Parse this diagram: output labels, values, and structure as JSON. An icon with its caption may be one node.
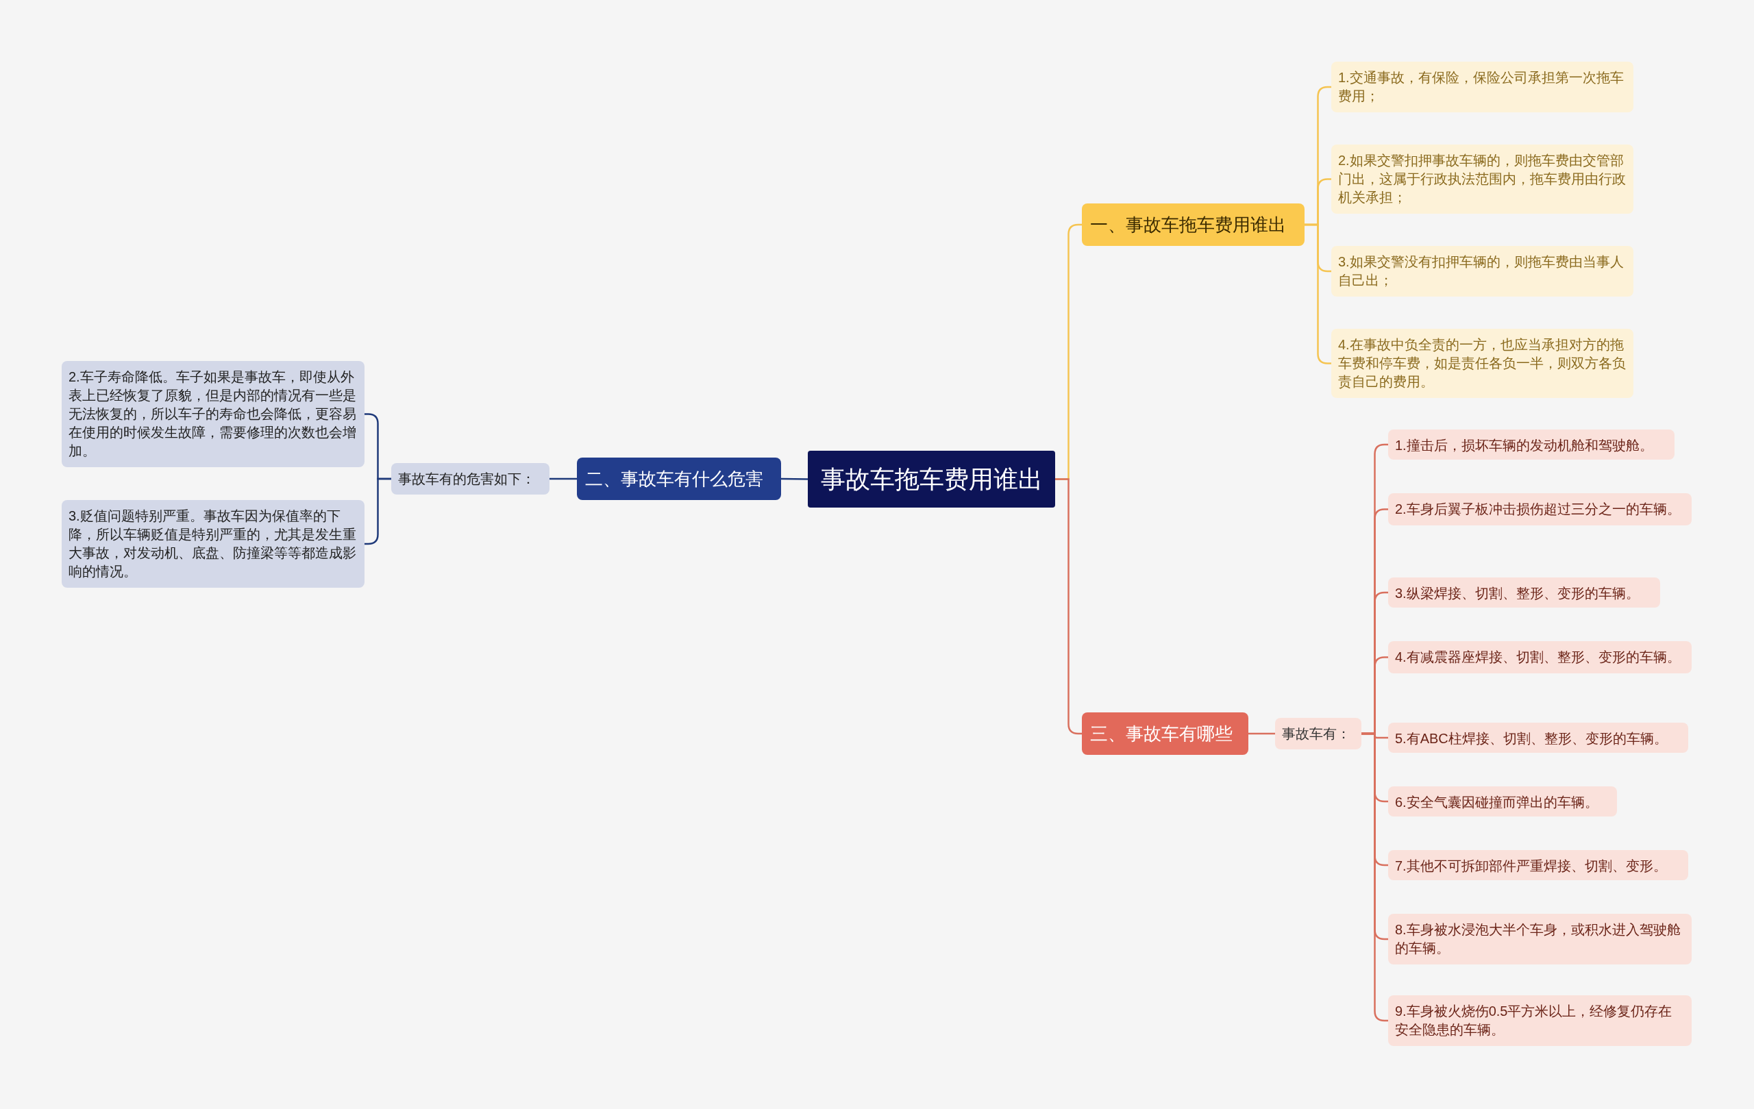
{
  "diagram": {
    "nodes": [
      {
        "text": [
          "事故车拖车费用谁出"
        ]
      },
      {
        "text": [
          "一、事故车拖车费用谁出"
        ]
      },
      {
        "text": [
          "1.交通事故，有保险，保险公司承担第一次拖车费用；"
        ]
      },
      {
        "text": [
          "2.如果交警扣押事故车辆的，则拖车费由交管部门出，这属于行政执法范围内，拖车费用由行政机关承担；"
        ]
      },
      {
        "text": [
          "3.如果交警没有扣押车辆的，则拖车费由当事人自己出；"
        ]
      },
      {
        "text": [
          "4.在事故中负全责的一方，也应当承担对方的拖车费和停车费，如是责任各负一半，则双方各负责自己的费用。"
        ]
      },
      {
        "text": [
          "二、事故车有什么危害"
        ]
      },
      {
        "text": [
          "事故车有的危害如下："
        ]
      },
      {
        "text": [
          "2.车子寿命降低。车子如果是事故车，即使从外表上已经恢复了原貌，但是内部的情况有一些是无法恢复的，所以车子的寿命也会降低，更容易在使用的时候发生故障，需要修理的次数也会增加。"
        ]
      },
      {
        "text": [
          "3.贬值问题特别严重。事故车因为保值率的下降，所以车辆贬值是特别严重的，尤其是发生重大事故，对发动机、底盘、防撞梁等等都造成影响的情况。"
        ]
      },
      {
        "text": [
          "三、事故车有哪些"
        ]
      },
      {
        "text": [
          "事故车有："
        ]
      },
      {
        "text": [
          "1.撞击后，损坏车辆的发动机舱和驾驶舱。"
        ]
      },
      {
        "text": [
          "2.车身后翼子板冲击损伤超过三分之一的车辆。"
        ]
      },
      {
        "text": [
          "3.纵梁焊接、切割、整形、变形的车辆。"
        ]
      },
      {
        "text": [
          "4.有减震器座焊接、切割、整形、变形的车辆。"
        ]
      },
      {
        "text": [
          "5.有ABC柱焊接、切割、整形、变形的车辆。"
        ]
      },
      {
        "text": [
          "6.安全气囊因碰撞而弹出的车辆。"
        ]
      },
      {
        "text": [
          "7.其他不可拆卸部件严重焊接、切割、变形。"
        ]
      },
      {
        "text": [
          "8.车身被水浸泡大半个车身，或积水进入驾驶舱的车辆。"
        ]
      },
      {
        "text": [
          "9.车身被火烧伤0.5平方米以上，经修复仍存在安全隐患的车辆。"
        ]
      }
    ],
    "edges": [
      {
        "from": 0,
        "to": 1,
        "arrow": "none",
        "color": "#f5c451"
      },
      {
        "from": 1,
        "to": 2,
        "arrow": "none",
        "color": "#f5c451"
      },
      {
        "from": 1,
        "to": 3,
        "arrow": "none",
        "color": "#f5c451"
      },
      {
        "from": 1,
        "to": 4,
        "arrow": "none",
        "color": "#f5c451"
      },
      {
        "from": 1,
        "to": 5,
        "arrow": "none",
        "color": "#f5c451"
      },
      {
        "from": 0,
        "to": 6,
        "arrow": "none",
        "color": "#1f3a7a"
      },
      {
        "from": 6,
        "to": 7,
        "arrow": "none",
        "color": "#1f3a7a"
      },
      {
        "from": 7,
        "to": 8,
        "arrow": "none",
        "color": "#1f3a7a"
      },
      {
        "from": 7,
        "to": 9,
        "arrow": "none",
        "color": "#1f3a7a"
      },
      {
        "from": 0,
        "to": 10,
        "arrow": "none"
      },
      {
        "from": 10,
        "to": 11,
        "arrow": "none"
      },
      {
        "from": 11,
        "to": 12,
        "arrow": "none"
      },
      {
        "from": 11,
        "to": 13,
        "arrow": "none"
      },
      {
        "from": 11,
        "to": 14,
        "arrow": "none"
      },
      {
        "from": 11,
        "to": 15,
        "arrow": "none"
      },
      {
        "from": 11,
        "to": 16,
        "arrow": "none"
      },
      {
        "from": 11,
        "to": 17,
        "arrow": "none"
      },
      {
        "from": 11,
        "to": 18,
        "arrow": "none"
      },
      {
        "from": 11,
        "to": 19,
        "arrow": "none"
      },
      {
        "from": 11,
        "to": 20,
        "arrow": "none"
      }
    ]
  }
}
